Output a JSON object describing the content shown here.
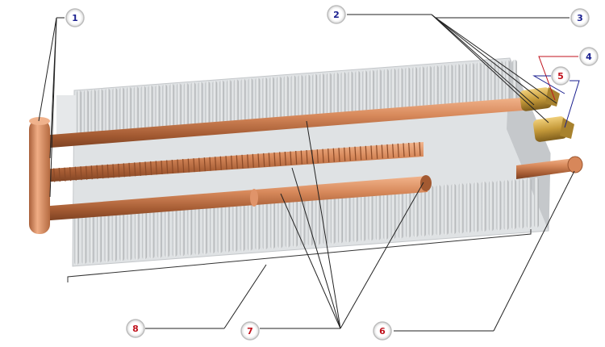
{
  "colors": {
    "callout_blue": "#1a1f8f",
    "callout_red": "#c0121c",
    "fin": "#cfd2d5",
    "copper": "#c97a4d",
    "brass": "#c59a3a"
  },
  "callouts": [
    {
      "id": "c1",
      "label": "1",
      "color": "blue"
    },
    {
      "id": "c2",
      "label": "2",
      "color": "blue"
    },
    {
      "id": "c3",
      "label": "3",
      "color": "blue"
    },
    {
      "id": "c4",
      "label": "4",
      "color": "blue"
    },
    {
      "id": "c5",
      "label": "5",
      "color": "red"
    },
    {
      "id": "c6",
      "label": "6",
      "color": "red"
    },
    {
      "id": "c7",
      "label": "7",
      "color": "red"
    },
    {
      "id": "c8",
      "label": "8",
      "color": "red"
    }
  ]
}
